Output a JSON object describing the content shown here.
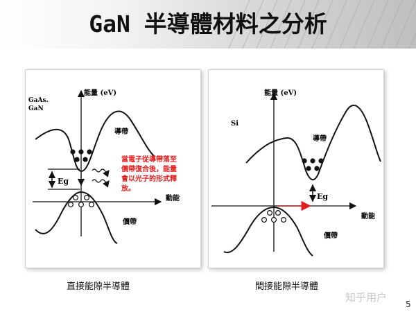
{
  "slide": {
    "title": "GaN 半導體材料之分析",
    "page_number": "5",
    "watermark": "知乎用户"
  },
  "direct_diagram": {
    "material_label_1": "GaAs.",
    "material_label_2": "GaN",
    "y_axis_label": "能量 (eV)",
    "x_axis_label": "動能",
    "conduction_band_label": "導帶",
    "valence_band_label": "價帶",
    "gap_label": "Eg",
    "note_line_1": "當電子從導帶落至",
    "note_line_2": "價帶復合後，能量",
    "note_line_3": "會以光子的形式釋",
    "note_line_4": "放。",
    "note_color": "#e02020",
    "caption": "直接能隙半導體"
  },
  "indirect_diagram": {
    "material_label": "Si",
    "y_axis_label": "能量 (eV)",
    "x_axis_label": "動能",
    "conduction_band_label": "導帶",
    "valence_band_label": "價帶",
    "gap_label": "Eg",
    "arrow_color": "#e02020",
    "caption": "間接能隙半導體"
  }
}
